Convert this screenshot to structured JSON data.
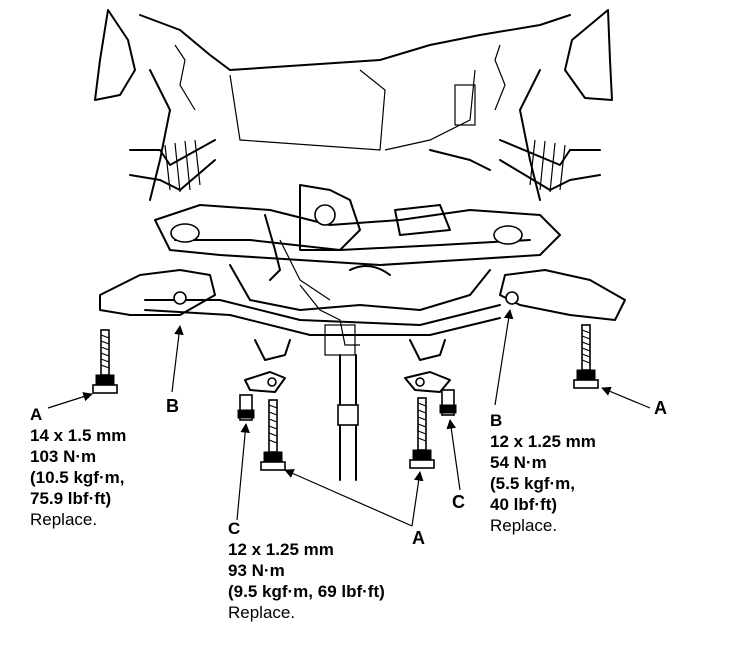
{
  "callouts": {
    "a_left": {
      "letter": "A",
      "lines": [
        "14 x 1.5 mm",
        "103 N·m",
        "(10.5 kgf·m,",
        "75.9 lbf·ft)"
      ],
      "note": "Replace."
    },
    "b_left": {
      "letter": "B"
    },
    "c_bottom": {
      "letter": "C",
      "lines": [
        "12 x 1.25 mm",
        "93 N·m",
        "(9.5 kgf·m, 69 lbf·ft)"
      ],
      "note": "Replace."
    },
    "a_bottom": {
      "letter": "A"
    },
    "b_right": {
      "letter": "B",
      "lines": [
        "12 x 1.25 mm",
        "54 N·m",
        "(5.5 kgf·m,",
        "40 lbf·ft)"
      ],
      "note": "Replace."
    },
    "c_right": {
      "letter": "C"
    },
    "a_right": {
      "letter": "A"
    }
  }
}
